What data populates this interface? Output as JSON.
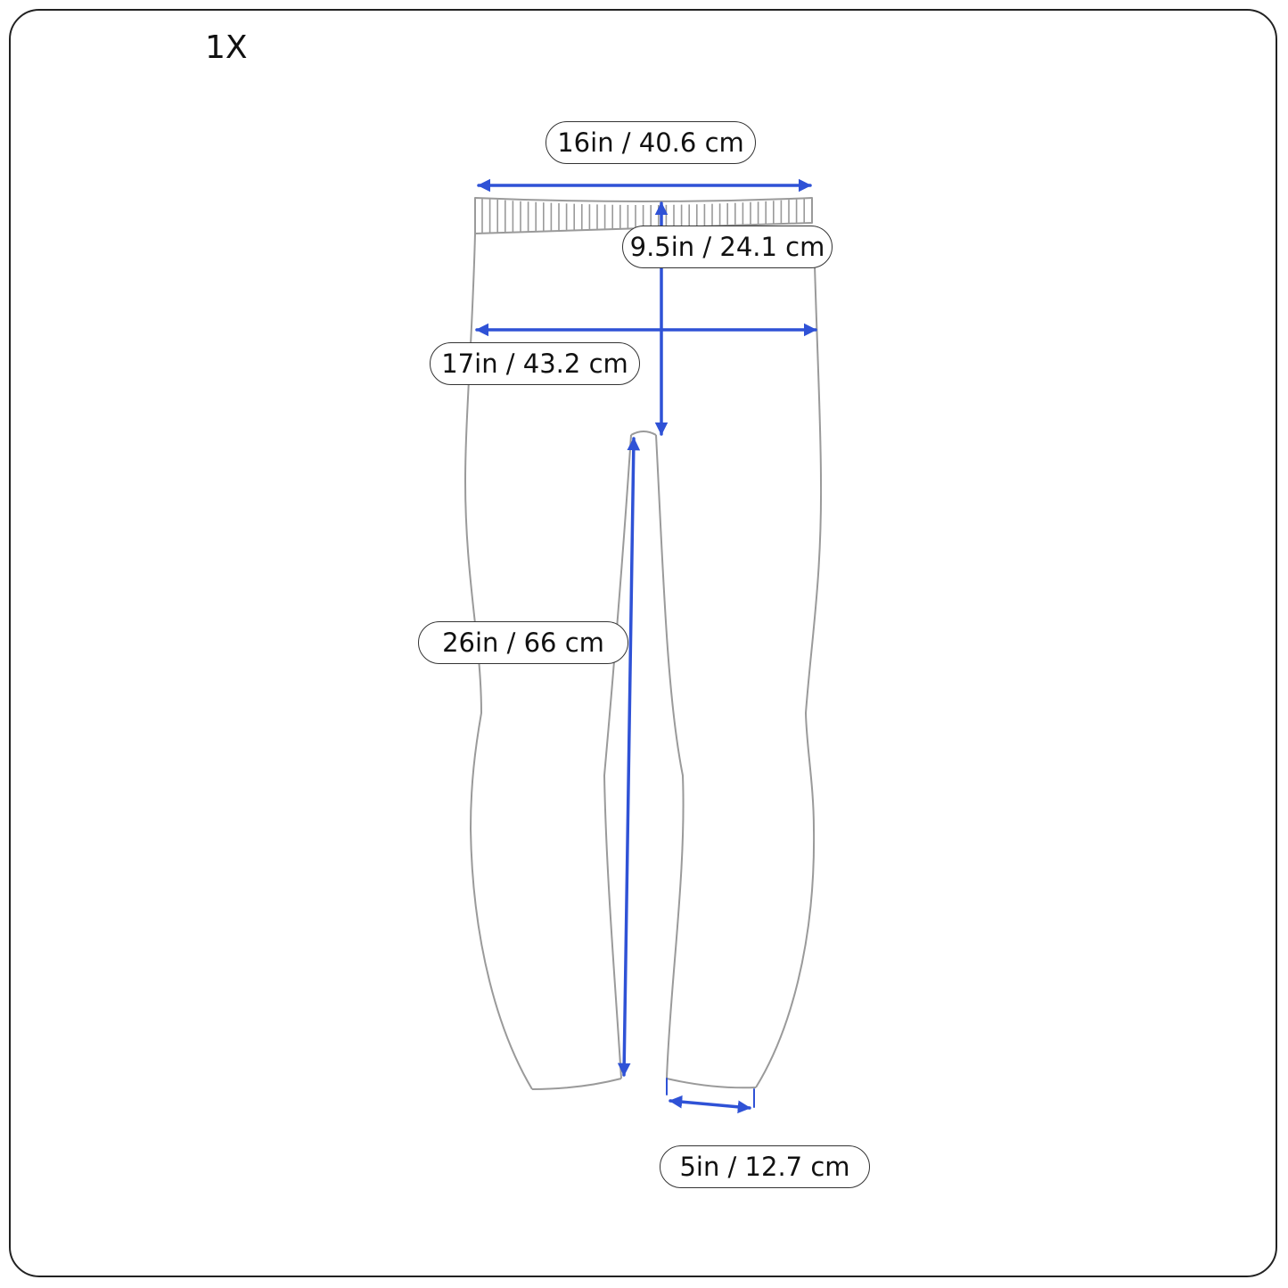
{
  "size_label": "1X",
  "colors": {
    "arrow": "#2f52d6",
    "outline": "#9a9a9a",
    "text": "#111111"
  },
  "measurements": {
    "waist_width": "16in / 40.6 cm",
    "rise": "9.5in / 24.1 cm",
    "hip_width": "17in / 43.2 cm",
    "inseam": "26in / 66 cm",
    "leg_opening": "5in / 12.7 cm"
  }
}
